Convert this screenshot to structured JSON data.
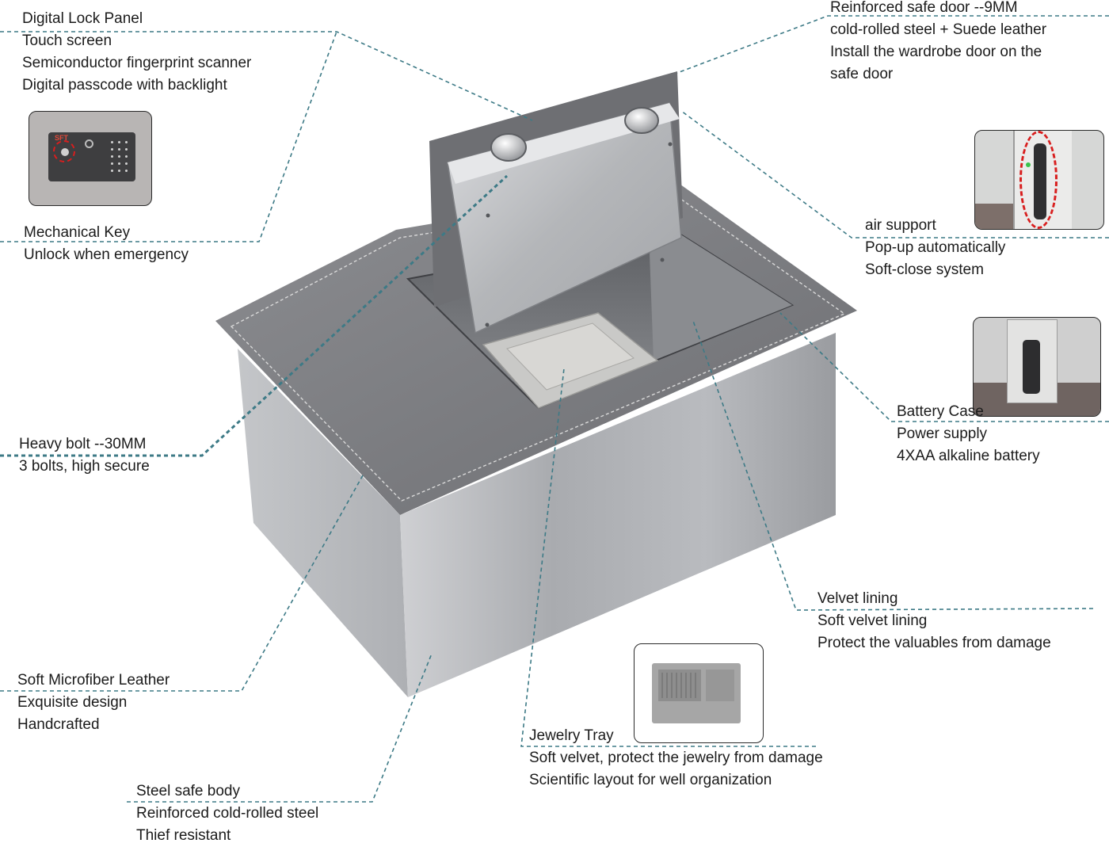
{
  "callouts": {
    "digital_lock": [
      "Digital Lock Panel",
      "Touch screen",
      "Semiconductor fingerprint scanner",
      "Digital passcode with backlight"
    ],
    "mechanical_key": [
      "Mechanical Key",
      "Unlock when emergency"
    ],
    "heavy_bolt": [
      "Heavy bolt --30MM",
      "3 bolts, high secure"
    ],
    "microfiber_leather": [
      "Soft Microfiber Leather",
      "Exquisite design",
      "Handcrafted"
    ],
    "steel_body": [
      "Steel safe body",
      "Reinforced cold-rolled steel",
      "Thief resistant"
    ],
    "safe_door": [
      "Reinforced safe door --9MM",
      "cold-rolled steel + Suede leather",
      "Install the wardrobe door on the",
      "safe door"
    ],
    "air_support": [
      "air support",
      "Pop-up automatically",
      "Soft-close system"
    ],
    "battery_case": [
      "Battery Case",
      "Power supply",
      "4XAA alkaline battery"
    ],
    "velvet_lining": [
      "Velvet lining",
      "Soft velvet lining",
      "Protect the valuables from damage"
    ],
    "jewelry_tray": [
      "Jewelry Tray",
      "Soft velvet, protect the jewelry from damage",
      "Scientific layout for well organization"
    ]
  },
  "lock_panel_brand": "SFT",
  "colors": {
    "leader_line": "#3d7a86",
    "highlight_circle": "#d81e1e",
    "text": "#1b1b1b"
  }
}
